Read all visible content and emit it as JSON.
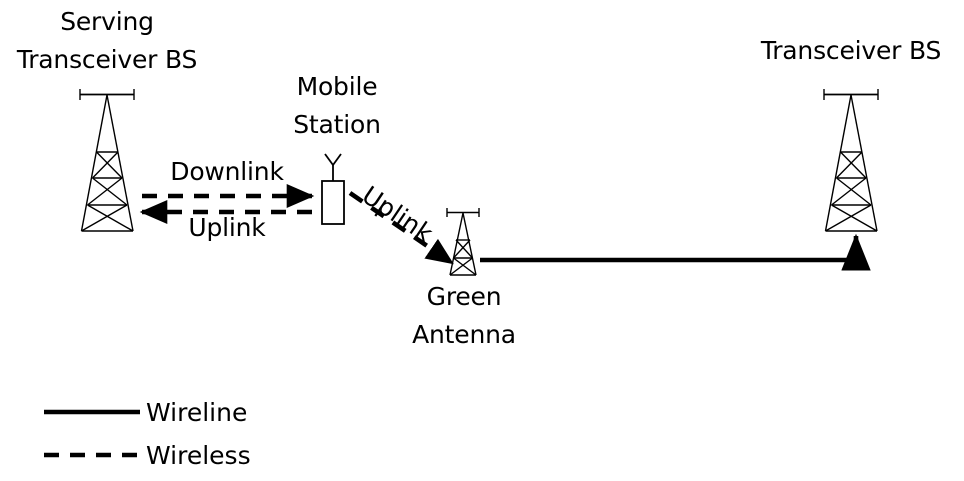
{
  "diagram": {
    "title_hidden": "",
    "nodes": {
      "serving_bs": {
        "label_line1": "Serving",
        "label_line2": "Transceiver BS",
        "icon": "tower-icon"
      },
      "mobile_station": {
        "label_line1": "Mobile",
        "label_line2": "Station",
        "icon": "handset-icon"
      },
      "green_antenna": {
        "label_line1": "Green",
        "label_line2": "Antenna",
        "icon": "small-tower-icon"
      },
      "transceiver_bs": {
        "label_line1": "Transceiver BS",
        "icon": "tower-icon"
      }
    },
    "links": {
      "downlink": {
        "label": "Downlink",
        "style": "wireless",
        "direction": "bs-to-ms"
      },
      "uplink_to_bs": {
        "label": "Uplink",
        "style": "wireless",
        "direction": "ms-to-bs"
      },
      "uplink_to_green": {
        "label": "Uplink",
        "style": "wireless",
        "direction": "ms-to-green-antenna",
        "rotation_deg": 34
      },
      "backhaul": {
        "label": "",
        "style": "wireline",
        "direction": "green-antenna-to-transceiver-bs"
      }
    },
    "legend": {
      "items": [
        {
          "label": "Wireline",
          "style": "solid"
        },
        {
          "label": "Wireless",
          "style": "dashed"
        }
      ]
    },
    "colors": {
      "stroke": "#000000",
      "background": "#ffffff",
      "text": "#000000"
    }
  }
}
